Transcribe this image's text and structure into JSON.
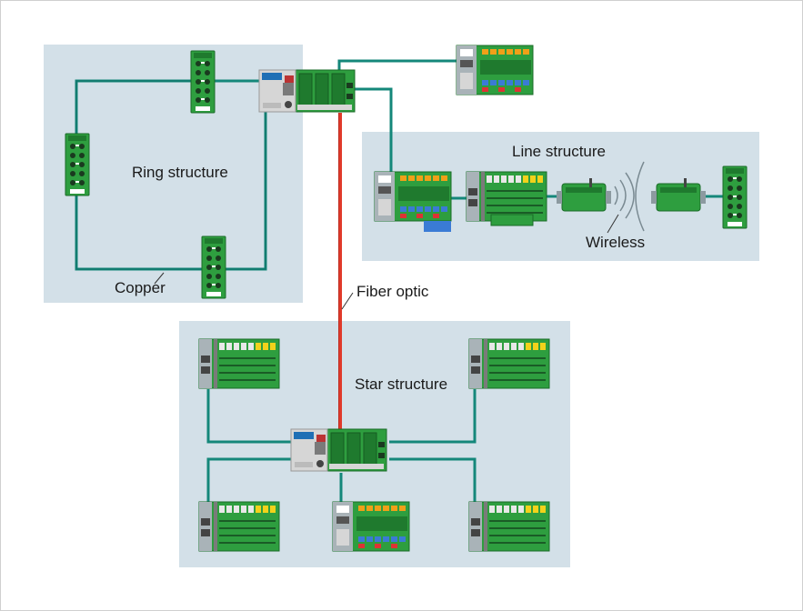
{
  "labels": {
    "ring_structure": "Ring structure",
    "line_structure": "Line structure",
    "star_structure": "Star structure",
    "copper": "Copper",
    "fiber_optic": "Fiber optic",
    "wireless": "Wireless"
  },
  "colors": {
    "region_fill": "#d3e0e8",
    "copper_cable": "#14877a",
    "fiber_cable": "#e03a2a",
    "module_green": "#2e9e3f",
    "module_dark_green": "#1f7a2e",
    "switch_grey": "#d6d6d6"
  },
  "devices": [
    {
      "type": "managed-switch",
      "region": "ring"
    },
    {
      "type": "io-module-vertical",
      "region": "ring"
    },
    {
      "type": "io-module-vertical",
      "region": "ring"
    },
    {
      "type": "io-module-vertical",
      "region": "ring"
    },
    {
      "type": "controller-block",
      "region": "top"
    },
    {
      "type": "controller-block",
      "region": "line"
    },
    {
      "type": "io-terminal-block",
      "region": "line"
    },
    {
      "type": "wireless-transceiver",
      "region": "line"
    },
    {
      "type": "wireless-transceiver",
      "region": "line"
    },
    {
      "type": "io-module-vertical",
      "region": "line"
    },
    {
      "type": "managed-switch",
      "region": "star"
    },
    {
      "type": "io-terminal-block",
      "region": "star"
    },
    {
      "type": "io-terminal-block",
      "region": "star"
    },
    {
      "type": "io-terminal-block",
      "region": "star"
    },
    {
      "type": "io-terminal-block",
      "region": "star"
    },
    {
      "type": "controller-block",
      "region": "star"
    }
  ]
}
